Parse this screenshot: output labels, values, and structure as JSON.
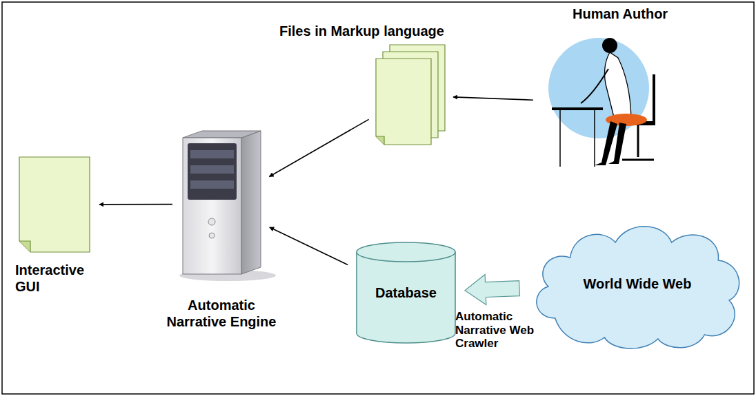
{
  "diagram": {
    "nodes": [
      {
        "text": [
          "Files in Markup language"
        ]
      },
      {
        "text": [
          "Human Author"
        ]
      },
      {
        "text": [
          "Interactive GUI"
        ]
      },
      {
        "text": [
          "Automatic Narrative Engine"
        ]
      },
      {
        "text": [
          "Database"
        ]
      },
      {
        "text": [
          "World Wide Web"
        ]
      }
    ],
    "edges": [
      {
        "from": 1,
        "to": 0,
        "arrow": "to"
      },
      {
        "from": 0,
        "to": 3,
        "arrow": "to"
      },
      {
        "from": 3,
        "to": 2,
        "arrow": "to"
      },
      {
        "from": 4,
        "to": 3,
        "arrow": "to"
      },
      {
        "from": 5,
        "to": 4,
        "arrow": "to",
        "label": "Automatic Narrative Web Crawler"
      }
    ]
  }
}
